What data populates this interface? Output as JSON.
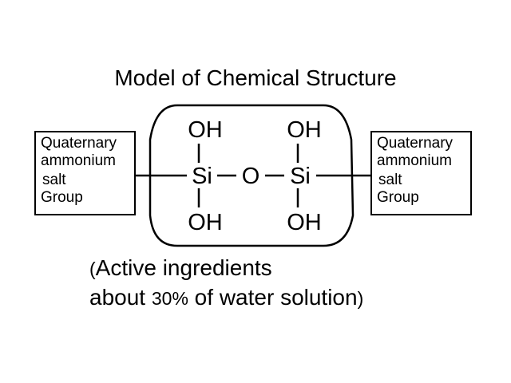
{
  "title": "Model of Chemical Structure",
  "left_group": {
    "lines": [
      "Quaternary",
      "ammonium",
      "salt",
      "Group"
    ]
  },
  "right_group": {
    "lines": [
      "Quaternary",
      "ammonium",
      "salt",
      "Group"
    ]
  },
  "molecule": {
    "si_left": "Si",
    "oxygen": "O",
    "si_right": "Si",
    "oh_top_left": "OH",
    "oh_bottom_left": "OH",
    "oh_top_right": "OH",
    "oh_bottom_right": "OH"
  },
  "note": {
    "open_paren": "(",
    "line1": "Active ingredients",
    "line2_prefix": "about ",
    "percent": "30%",
    "line2_suffix": " of water solution",
    "close_paren": ")"
  }
}
